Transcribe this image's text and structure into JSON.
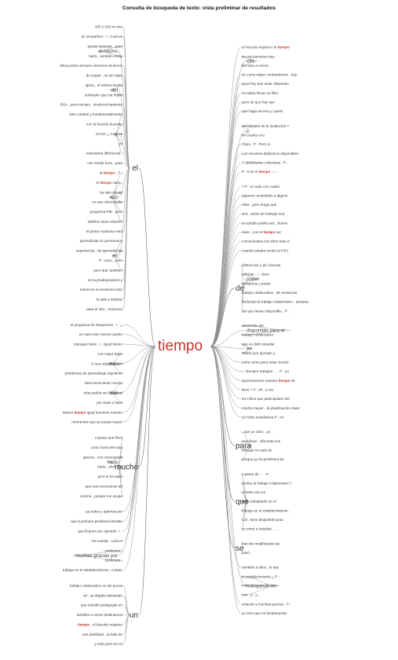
{
  "title": "Consulta de búsqueda de texto: vista preliminar de resultados",
  "root": "tiempo",
  "left": [
    {
      "hub": "el",
      "items": [
        {
          "t": "100 y 103 en ese"
        },
        {
          "t": "al compañero . ! : Cuál es"
        },
        {
          "sub": "al mismo",
          "items": [
            "ayuda bastante , pero",
            "harto , también estoy"
          ]
        },
        {
          "t": "años juntos siempre entonces tenemos"
        },
        {
          "t": "de seguir , no de clase"
        },
        {
          "sub": "del",
          "items": [
            "ajena , el mismo hecho",
            "solicitarle que me hable"
          ]
        },
        {
          "t": "DUA , pero escaso , involucra bastante"
        },
        {
          "sub": "¿",
          "items": [
            "bien cortitas y fundamentalmente",
            "con la función docente",
            "UCSC ¿ Cuál es",
            "yo",
            "educadora diferencial ,"
          ]
        },
        {
          "t": "con media hora , para"
        },
        {
          "sub": "con",
          "items": [
            "al tiempo , P :",
            "el tiempo claro ,",
            "ha sido donde",
            "no sea relacionada",
            "programa PIE , pero",
            "sublime tiene relación"
          ]
        },
        {
          "t": "el primer sustema está"
        },
        {
          "sub": "en",
          "items": [
            "aprendizaje no permanece",
            "experiencia , fui aprendiendo",
            "P : claro , pero",
            "pero que cambien"
          ]
        },
        {
          "t": "en la predisposición y"
        },
        {
          "t": "entonces no tenemos todo"
        },
        {
          "t": "la sala y dedicar"
        },
        {
          "t": "para el otro , entonces"
        }
      ]
    },
    {
      "hub": "",
      "items": [
        {
          "t": "el programa de integración . ! : ¿"
        },
        {
          "t": "en aula más menos cuanto"
        },
        {
          "t": "manejan harto . ! : Igual tienen"
        },
        {
          "sub": "más",
          "items": [
            "a lo mejor darle",
            "O sea usted/es dan",
            "problemas de aprendizaje requieren"
          ]
        },
        {
          "sub": "más",
          "items": [
            "ideal sería tener mucho",
            "más podría ser , dedicar",
            "por clase y lleva"
          ]
        },
        {
          "t": "mismo tiempo igual tenemos nuestro"
        },
        {
          "t": "momentos que se pueda mayor"
        }
      ]
    },
    {
      "hub": "mucho",
      "items": [
        {
          "t": "a pesar que llevo"
        },
        {
          "t": "como fuera del aula"
        },
        {
          "sub": "hace",
          "items": [
            "granos , nos conocemos",
            "harto , ehm , yo"
          ]
        },
        {
          "t": "pero si he paso"
        },
        {
          "t": "que nos conocemos de"
        },
        {
          "t": "cincina , porque me ocupa"
        }
      ]
    },
    {
      "hub": "",
      "items": [
        {
          "t": "pa todos y además por"
        },
        {
          "t": "que la primera profesora llevaba"
        },
        {
          "t": "que lleguen por ejemplo . ! :"
        },
        {
          "t": "me cuesta , cuál es"
        },
        {
          "sub": "muchas gracias por",
          "items": [
            "profesora ,",
            "profesora ,"
          ]
        },
        {
          "t": "trabaja en el establecimiento , cuánto"
        }
      ]
    },
    {
      "hub": "un",
      "items": [
        {
          "t": "trabajo colaborativo en las pocas"
        },
        {
          "t": "eh , se dejaba destinado"
        },
        {
          "t": "que estudió pedagogía en"
        },
        {
          "t": "también a veces destinamos"
        },
        {
          "t": "tiempo , el hacerle requiere"
        },
        {
          "t": "una debilidad , la falta de"
        },
        {
          "t": "y todo pero en mi"
        }
      ]
    }
  ],
  "right": [
    {
      "hub": "",
      "items": [
        {
          "t": "el hacerla requiere un tiempo"
        },
        {
          "sub": "ella",
          "items": [
            "es una persona muy",
            "los saca a veces ,"
          ]
        },
        {
          "t": "es como súper contradictorio , hay"
        },
        {
          "t": "igual hay que estar dispuesto"
        },
        {
          "t": "no sabía llenar un libro"
        },
        {
          "t": "pero sé que hay que"
        },
        {
          "t": "que hago tercero y cuarto"
        }
      ]
    },
    {
      "hub": "",
      "items": [
        {
          "sub": "¿",
          "items": [
            "debilidades de la institución ?",
            "en cuanto a lo"
          ]
        },
        {
          "t": "Claro . P : Pero si"
        },
        {
          "t": "Los recursos didácticos disponibles"
        },
        {
          "t": "Y debilidades colectivas , P :"
        },
        {
          "t": "P : Con el tiempo . ! :"
        }
      ]
    },
    {
      "hub": "",
      "items": [
        {
          "t": "? P : en aula con cuatro"
        },
        {
          "t": "algunos contenidos a alguno"
        },
        {
          "t": "ellos , pero tengo que"
        },
        {
          "t": "acá , antes de trabajar acá"
        },
        {
          "t": "al estudio podría ser , bueno"
        },
        {
          "t": "claro , con el tiempo ser"
        },
        {
          "t": "comunicativa con ellos trato d"
        },
        {
          "t": "cuando estaba recién la PSU"
        }
      ]
    },
    {
      "hub": "de",
      "items": [
        {
          "t": "distracción y de chacota"
        },
        {
          "sub": "poder",
          "items": [
            "reforzar . ! : claro",
            "sentarnos y poder"
          ]
        },
        {
          "t": "trabajo colaborativo , de sentarnos"
        },
        {
          "t": "dedicado al trabajo colaborativo , siempre"
        },
        {
          "t": "del que tienen disponible . P :"
        }
      ]
    },
    {
      "hub": "",
      "items": [
        {
          "sub": "disponible para el",
          "items": [
            "desarrollo del",
            "trabajo colaborativo"
          ]
        },
        {
          "sub": "en",
          "items": [
            "que no debí estudiar",
            "Tablón por ejemplo y"
          ]
        },
        {
          "t": "extra como para estar viendo"
        },
        {
          "t": "I : siempre trabajan . . . P : yo"
        },
        {
          "t": "igual tenemos nuestro tiempo de"
        },
        {
          "t": "lleva ? P : eh , a ver"
        },
        {
          "t": "los niños que participaban del"
        },
        {
          "t": "mucho mayor , la planificación clase"
        },
        {
          "t": "no hubo enseñanza P : no"
        }
      ]
    },
    {
      "hub": "para",
      "items": [
        {
          "t": ", que yo claro , yo"
        },
        {
          "t": "coordinar , ella trata sus"
        },
        {
          "t": "trabajar en aula de"
        },
        {
          "t": "porque yo fui profesora de"
        }
      ]
    },
    {
      "hub": "que",
      "items": [
        {
          "t": "a pesar de . . . P :"
        },
        {
          "t": "dedica al trabajo colaborativo ?"
        },
        {
          "t": "el resto eso es"
        },
        {
          "t": "lleva trabajando en el"
        },
        {
          "t": "trabaja en el establecimiento ,"
        },
        {
          "t": "Util , tiene disponible para"
        },
        {
          "t": "yo entre a estudiar . . ."
        }
      ]
    },
    {
      "hub": "se",
      "items": [
        {
          "t": "han ido modificando las"
        },
        {
          "t": "pasó ,"
        }
      ]
    },
    {
      "hub": "",
      "items": [
        {
          "t": "también a ellos , le doy"
        },
        {
          "sub": "trabajando en",
          "items": [
            "el establecimiento ¿ P :",
            "? P :",
            "eso , y , y ,"
          ]
        },
        {
          "t": "volando y muchas gracias . P :"
        },
        {
          "t": "yo creo que es fundamental"
        }
      ]
    }
  ]
}
